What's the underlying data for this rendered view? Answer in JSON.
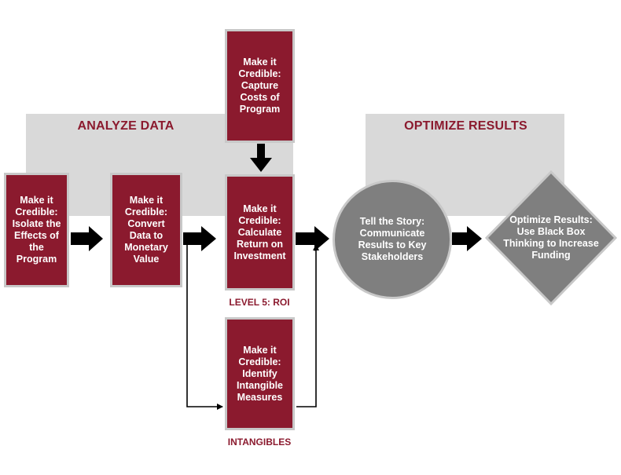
{
  "sections": {
    "analyze_title": "ANALYZE DATA",
    "optimize_title": "OPTIMIZE RESULTS"
  },
  "boxes": {
    "isolate": "Make it\nCredible:\nIsolate the\nEffects of\nthe\nProgram",
    "convert": "Make it\nCredible:\nConvert\nData to\nMonetary\nValue",
    "capture_costs": "Make it\nCredible:\nCapture\nCosts of\nProgram",
    "calculate_roi": "Make it\nCredible:\nCalculate\nReturn on\nInvestment",
    "intangible": "Make it\nCredible:\nIdentify\nIntangible\nMeasures"
  },
  "circle": {
    "tell_story": "Tell the Story:\nCommunicate\nResults to Key\nStakeholders"
  },
  "diamond": {
    "optimize": "Optimize Results:\nUse Black Box\nThinking to Increase\nFunding"
  },
  "captions": {
    "level5": "LEVEL 5: ROI",
    "intangibles": "INTANGIBLES"
  },
  "colors": {
    "maroon": "#8b1a2e",
    "gray_band": "#d9d9d9",
    "gray_shape": "#7f7f7f",
    "border": "#c8c8c8"
  }
}
